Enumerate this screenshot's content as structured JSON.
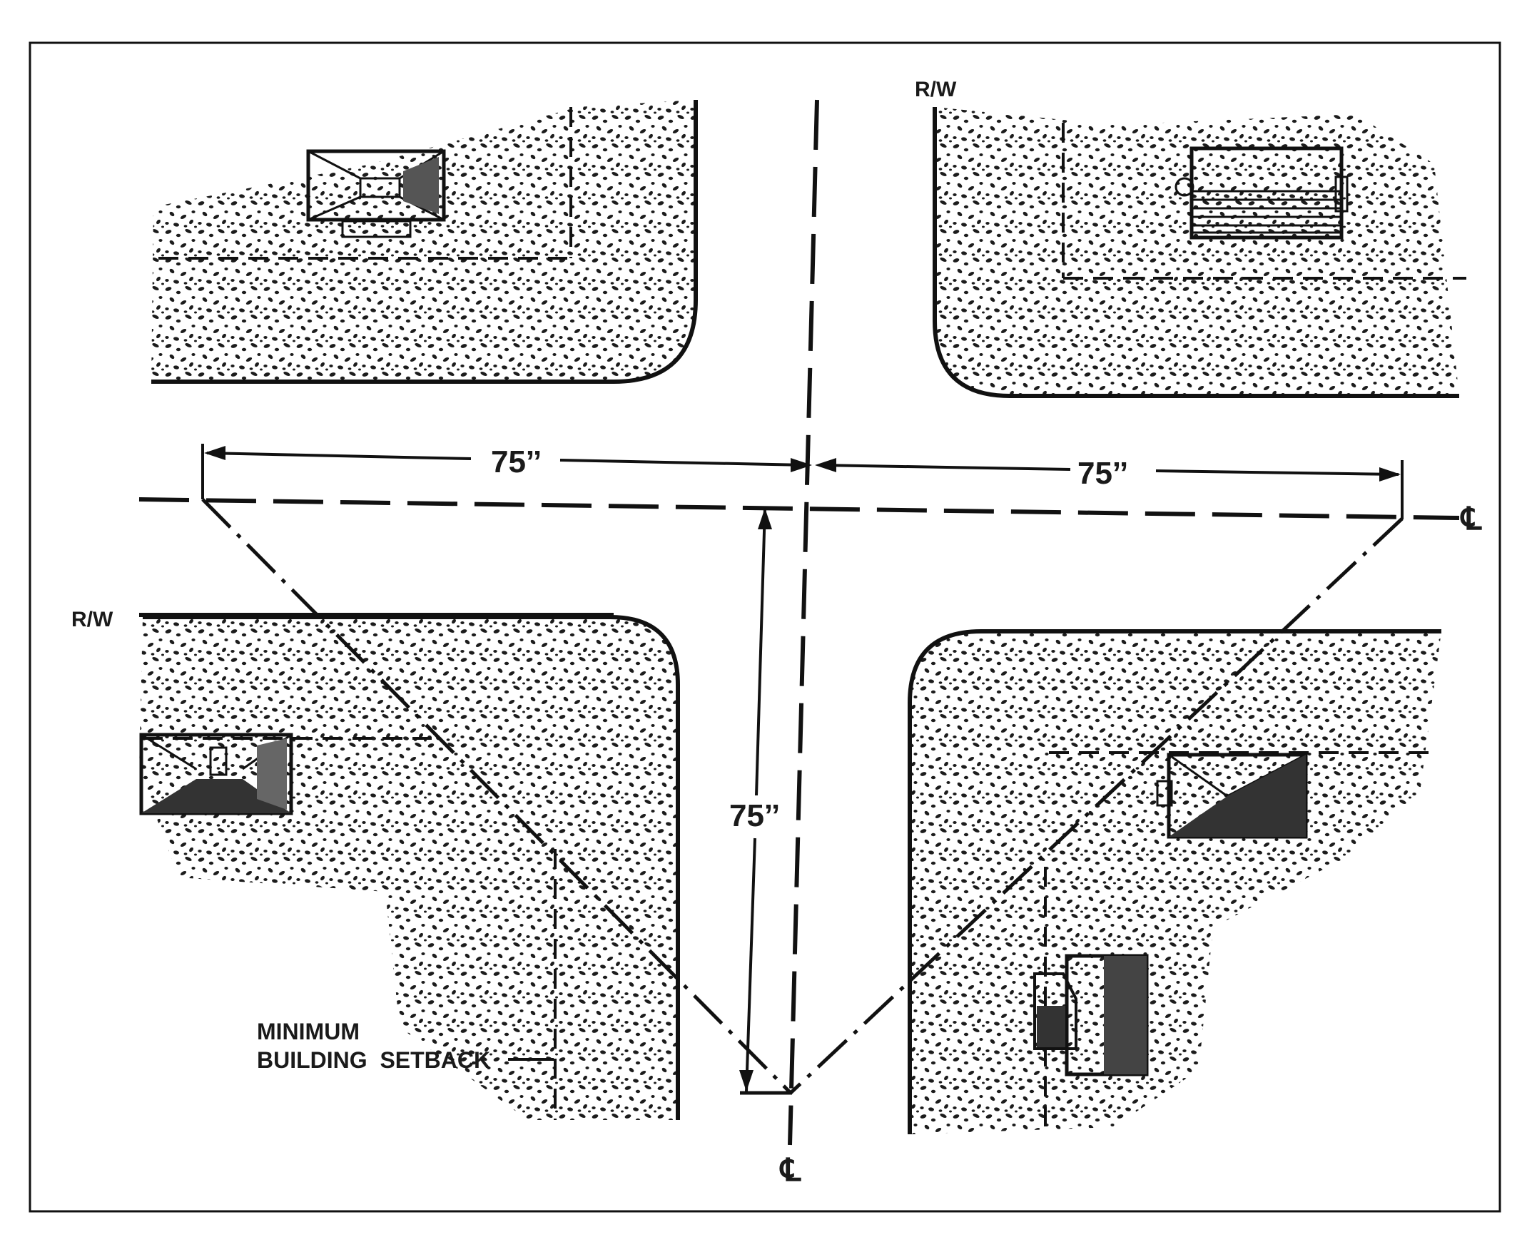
{
  "diagram": {
    "dimensions": {
      "left": "75ˮ",
      "right": "75ˮ",
      "vertical": "75ˮ"
    },
    "right_of_way": {
      "top": "R/W",
      "left": "R/W"
    },
    "centerline": {
      "right": "℄",
      "bottom": "℄"
    },
    "setback_note": {
      "line1": "MINIMUM",
      "line2": "BUILDING  SETBACK"
    }
  }
}
